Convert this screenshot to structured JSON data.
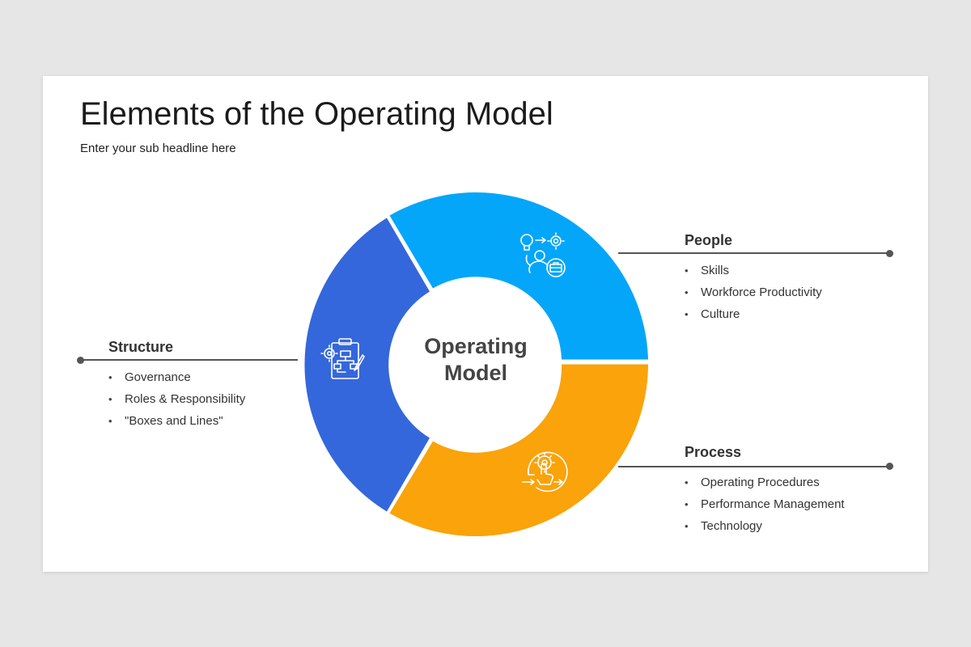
{
  "slide": {
    "title": "Elements of the Operating Model",
    "subtitle": "Enter your sub headline here"
  },
  "center": {
    "line1": "Operating",
    "line2": "Model"
  },
  "segments": {
    "people": {
      "color": "#04a6fa",
      "icon": "people-skills-icon"
    },
    "structure": {
      "color": "#3467db",
      "icon": "org-chart-clipboard-icon"
    },
    "process": {
      "color": "#faa30a",
      "icon": "process-gear-hand-icon"
    }
  },
  "people": {
    "heading": "People",
    "items": [
      "Skills",
      "Workforce Productivity",
      "Culture"
    ]
  },
  "structure": {
    "heading": "Structure",
    "items": [
      "Governance",
      "Roles & Responsibility",
      "\"Boxes and Lines\""
    ]
  },
  "process": {
    "heading": "Process",
    "items": [
      "Operating Procedures",
      "Performance Management",
      "Technology"
    ]
  }
}
